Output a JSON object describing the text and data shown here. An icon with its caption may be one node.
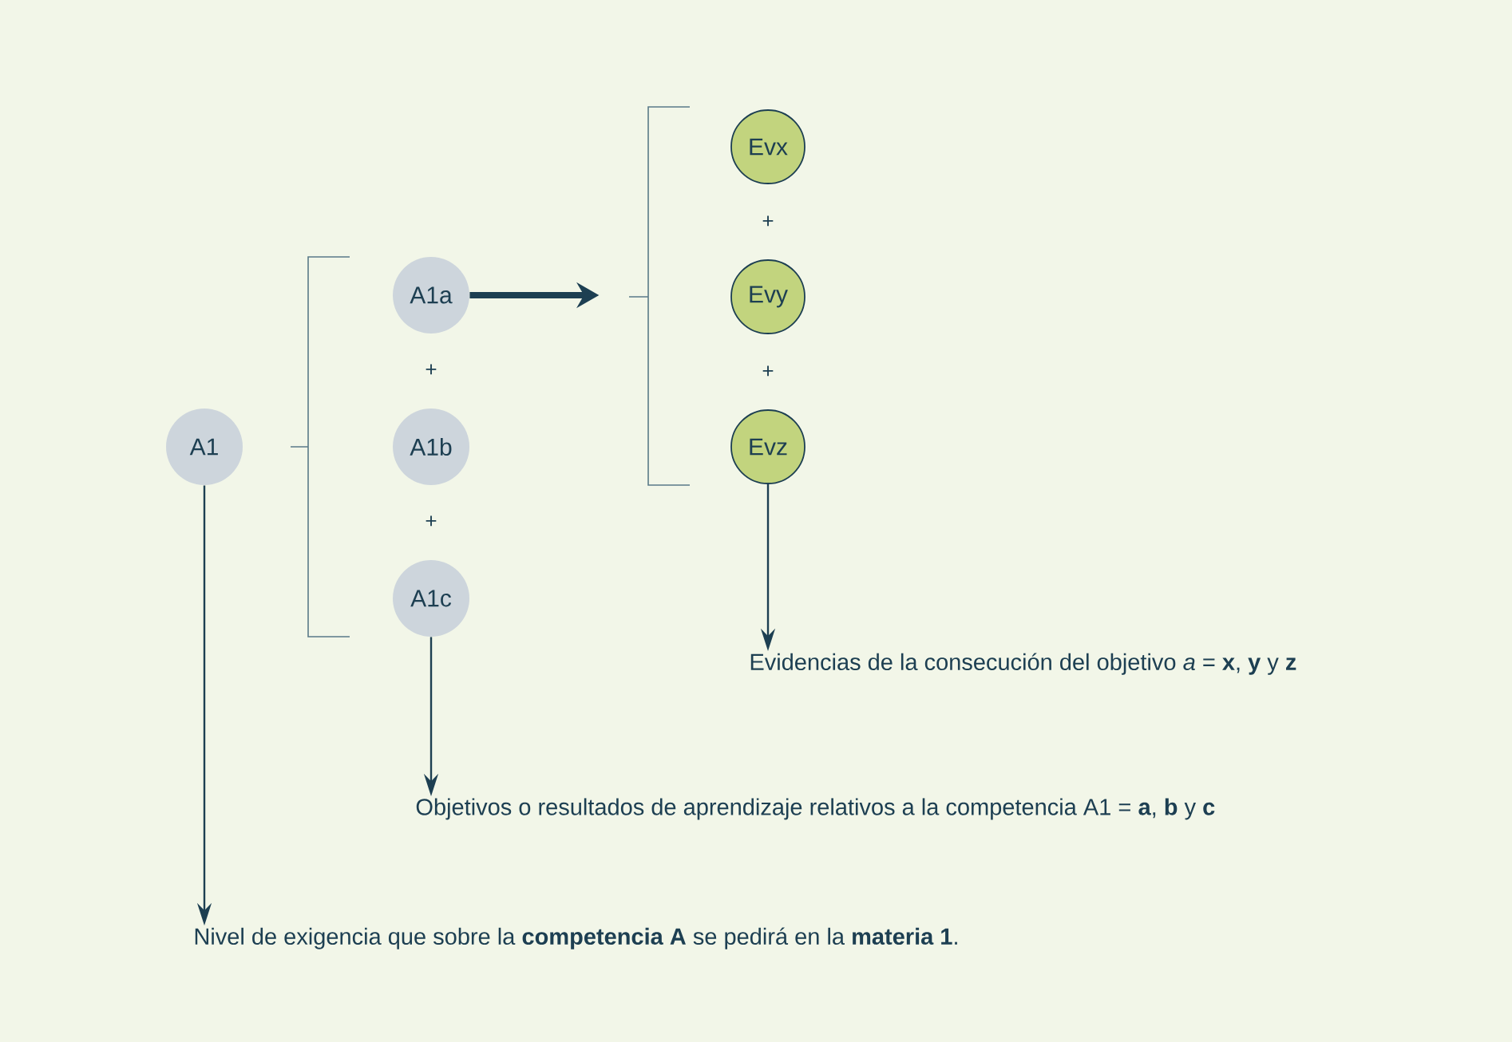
{
  "diagram": {
    "nodes": [
      {
        "text": [
          "A1"
        ]
      },
      {
        "text": [
          "A1a"
        ]
      },
      {
        "text": [
          "A1b"
        ]
      },
      {
        "text": [
          "A1c"
        ]
      },
      {
        "text": [
          "Evx"
        ]
      },
      {
        "text": [
          "Evy"
        ]
      },
      {
        "text": [
          "Evz"
        ]
      },
      {
        "text": [
          "Evidencias de la consecución del objetivo *a* = **x**, **y** y **z**"
        ]
      },
      {
        "text": [
          "Objetivos o resultados de aprendizaje relativos a la competencia A1 = **a**, **b** y **c**"
        ]
      },
      {
        "text": [
          "Nivel de exigencia que sobre la **competencia A** se pedirá en la **materia 1**."
        ]
      }
    ],
    "edges": [
      {
        "from": 1,
        "to": null,
        "arrow": "to",
        "style": "thick"
      },
      {
        "from": 6,
        "to": 7,
        "arrow": "to"
      },
      {
        "from": 3,
        "to": 8,
        "arrow": "to"
      },
      {
        "from": 0,
        "to": 9,
        "arrow": "to"
      }
    ],
    "labels": [
      "+",
      "+",
      "+",
      "+"
    ]
  }
}
